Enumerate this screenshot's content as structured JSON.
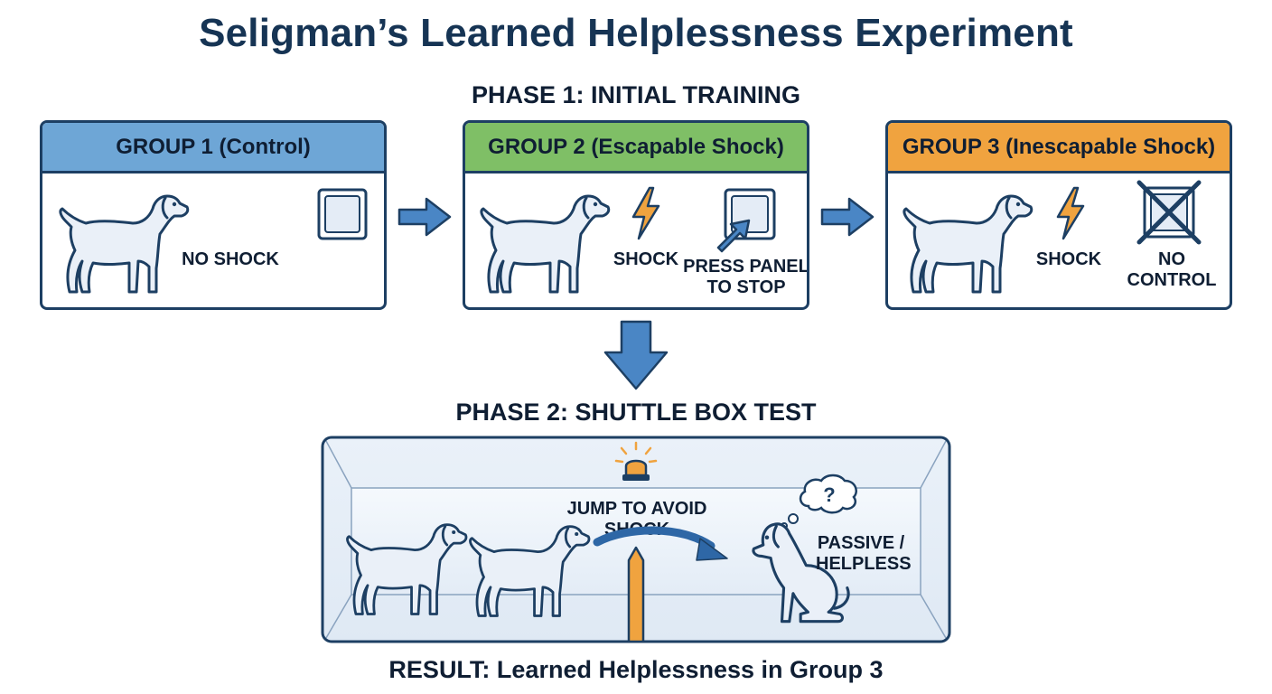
{
  "title": "Seligman’s Learned Helplessness Experiment",
  "phase1": {
    "heading": "PHASE 1: INITIAL TRAINING",
    "groups": [
      {
        "header": "GROUP 1 (Control)",
        "color": "#6ea6d6",
        "labels": [
          "NO SHOCK"
        ]
      },
      {
        "header": "GROUP 2 (Escapable Shock)",
        "color": "#7fbf66",
        "labels": [
          "SHOCK",
          "PRESS PANEL TO STOP"
        ]
      },
      {
        "header": "GROUP 3 (Inescapable Shock)",
        "color": "#f0a33f",
        "labels": [
          "SHOCK",
          "NO CONTROL"
        ]
      }
    ]
  },
  "phase2": {
    "heading": "PHASE 2: SHUTTLE BOX TEST",
    "jump_label": "JUMP TO AVOID SHOCK",
    "passive_label": "PASSIVE / HELPLESS",
    "thought_symbol": "?"
  },
  "result": "RESULT: Learned Helplessness in Group 3",
  "colors": {
    "outline": "#1d3f63",
    "arrow": "#4a86c5",
    "shock": "#f0a33f",
    "dog_fill": "#eaf0f8"
  }
}
